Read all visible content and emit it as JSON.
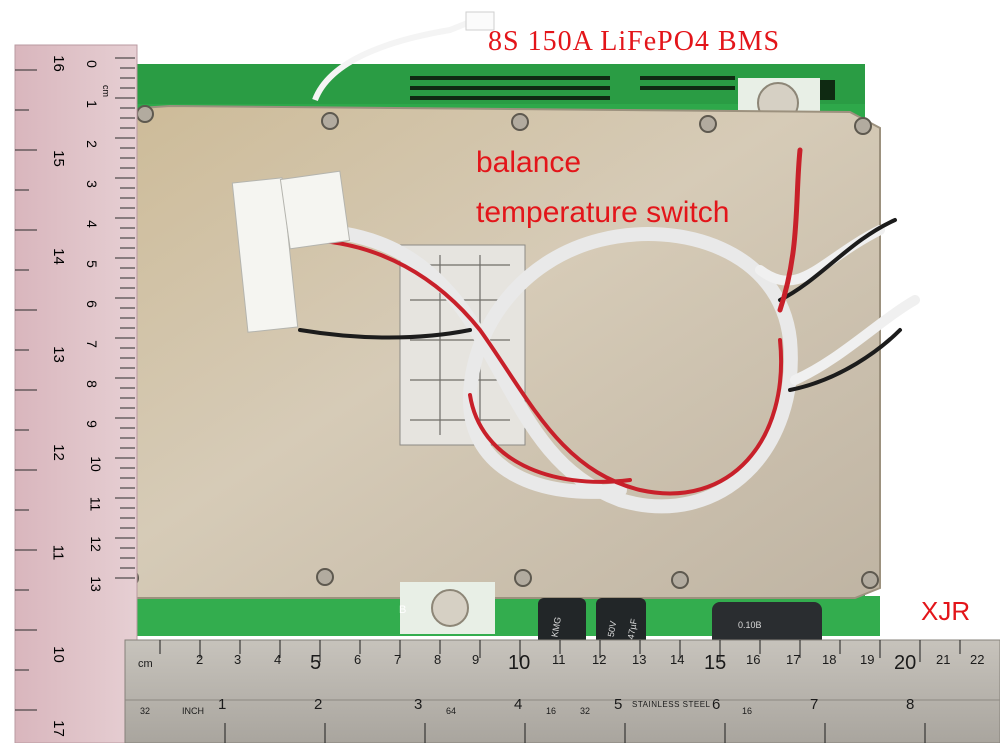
{
  "captions": {
    "title": "8S 150A LiFePO4 BMS",
    "balance": "balance",
    "temperature_switch": "temperature switch"
  },
  "watermark": "XJR",
  "vertical_ruler": {
    "cm_marks": [
      "0",
      "1",
      "2",
      "3",
      "4",
      "5",
      "6",
      "7",
      "8",
      "9",
      "10",
      "11",
      "12",
      "13"
    ],
    "inch_marks": [
      "16",
      "15",
      "14",
      "13",
      "12",
      "11",
      "10",
      "17"
    ],
    "unit": "cm"
  },
  "horizontal_ruler": {
    "cm_marks": [
      "2",
      "3",
      "4",
      "5",
      "6",
      "7",
      "8",
      "9",
      "10",
      "11",
      "12",
      "13",
      "14",
      "15",
      "16",
      "17",
      "18",
      "19",
      "20",
      "21",
      "22"
    ],
    "inch_marks": [
      "1",
      "2",
      "3",
      "4",
      "5",
      "6",
      "7",
      "8"
    ],
    "fraction_marks": [
      "32",
      "64",
      "16",
      "32",
      "16"
    ],
    "unit_cm": "cm",
    "unit_inch": "INCH",
    "brand": "STAINLESS STEEL"
  },
  "board": {
    "silkscreen_b": "B",
    "capacitor_text": [
      "KMG",
      "50V",
      "47µF",
      "0.10B"
    ]
  },
  "colors": {
    "caption": "#e3151a",
    "pcb": "#2ea84a",
    "heatsink": "#c9b89a",
    "wire_red": "#c8202a",
    "wire_black": "#1c1c1c",
    "wire_white": "#f2f2f2"
  }
}
